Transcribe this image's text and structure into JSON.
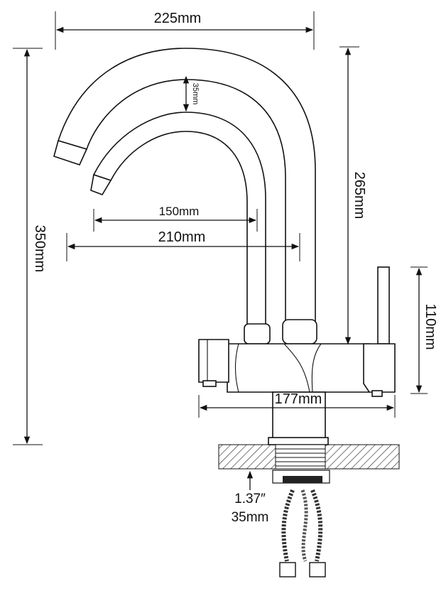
{
  "dimensions": {
    "top_width": "225mm",
    "total_height": "350mm",
    "spout_height": "265mm",
    "pipe_diameter": "35mm",
    "inner_reach": "150mm",
    "outer_reach": "210mm",
    "lever_height": "110mm",
    "body_width": "177mm",
    "hole_inch": "1.37″",
    "hole_mm": "35mm"
  }
}
